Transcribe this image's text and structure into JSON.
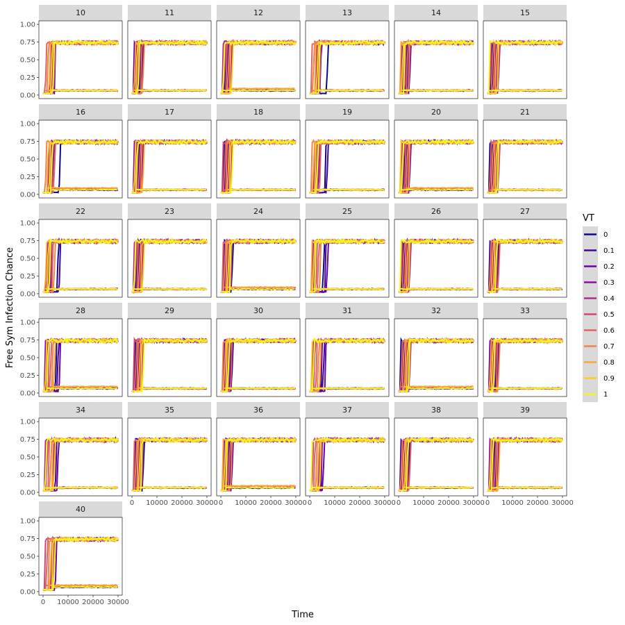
{
  "chart_data": {
    "type": "line",
    "facet_by": "",
    "panels": [
      "10",
      "11",
      "12",
      "13",
      "14",
      "15",
      "16",
      "17",
      "18",
      "19",
      "20",
      "21",
      "22",
      "23",
      "24",
      "25",
      "26",
      "27",
      "28",
      "29",
      "30",
      "31",
      "32",
      "33",
      "34",
      "35",
      "36",
      "37",
      "38",
      "39",
      "40"
    ],
    "xlabel": "Time",
    "ylabel": "Free Sym Infection Chance",
    "xlim": [
      0,
      30000
    ],
    "ylim": [
      0,
      1
    ],
    "x_ticks": [
      0,
      10000,
      20000,
      30000
    ],
    "x_tick_labels": [
      "0",
      "10000",
      "20000",
      "30000"
    ],
    "y_ticks": [
      0,
      0.25,
      0.5,
      0.75,
      1
    ],
    "y_tick_labels": [
      "0.00",
      "0.25",
      "0.50",
      "0.75",
      "1.00"
    ],
    "legend_title": "VT",
    "legend_position": "right",
    "series": [
      {
        "name": "0",
        "color": "#0d0887"
      },
      {
        "name": "0.1",
        "color": "#41049d"
      },
      {
        "name": "0.2",
        "color": "#6a00a8"
      },
      {
        "name": "0.3",
        "color": "#8f0da4"
      },
      {
        "name": "0.4",
        "color": "#b12a90"
      },
      {
        "name": "0.5",
        "color": "#cc4778"
      },
      {
        "name": "0.6",
        "color": "#e16462"
      },
      {
        "name": "0.7",
        "color": "#f2844b"
      },
      {
        "name": "0.8",
        "color": "#fca636"
      },
      {
        "name": "0.9",
        "color": "#fcce25"
      },
      {
        "name": "1",
        "color": "#f0f921"
      }
    ],
    "series_pattern": "each series rises from ~0.02 to a plateau of ~0.74 at a panel-specific time (roughly 0–9000); low-level band at ~0.05–0.10 persists for some series",
    "plateau_high": 0.74,
    "plateau_low": 0.06,
    "grid": false
  }
}
